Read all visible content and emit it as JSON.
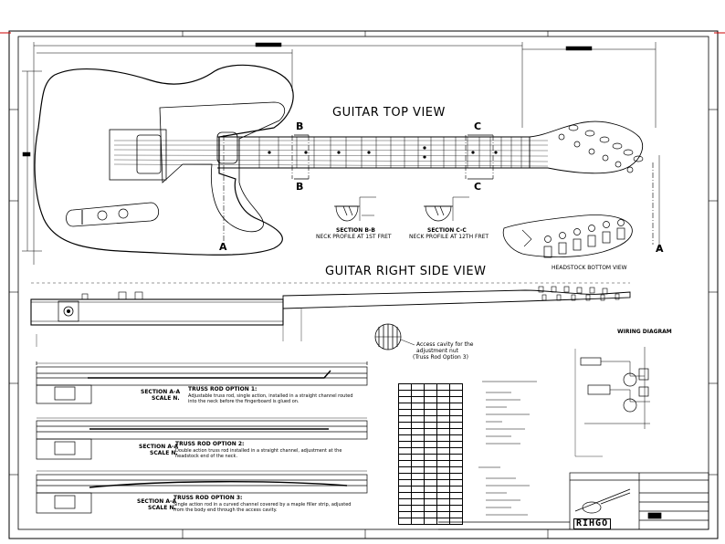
{
  "titles": {
    "top_view": "GUITAR TOP VIEW",
    "side_view": "GUITAR RIGHT SIDE VIEW",
    "wiring": "WIRING DIAGRAM"
  },
  "section_markers": {
    "a": "A",
    "b": "B",
    "c": "C"
  },
  "neck_profiles": {
    "bb_title": "SECTION B-B",
    "bb_sub": "NECK PROFILE AT 1ST FRET",
    "cc_title": "SECTION C-C",
    "cc_sub": "NECK PROFILE AT 12TH FRET"
  },
  "headstock": {
    "label": "HEADSTOCK BOTTOM VIEW"
  },
  "access": {
    "line1": "Access cavity for the",
    "line2": "adjustment nut",
    "line3": "(Truss Rod Option 3)"
  },
  "truss_rods": [
    {
      "section": "SECTION A-A",
      "scale": "SCALE N.",
      "title": "TRUSS ROD OPTION 1:",
      "text": "Adjustable truss rod, single action, installed in a straight channel routed into the neck before the fingerboard is glued on."
    },
    {
      "section": "SECTION A-A",
      "scale": "SCALE N.",
      "title": "TRUSS ROD OPTION 2:",
      "text": "Double action truss rod installed in a straight channel, adjustment at the headstock end of the neck."
    },
    {
      "section": "SECTION A-A",
      "scale": "SCALE N.",
      "title": "TRUSS ROD OPTION 3:",
      "text": "Single action rod in a curved channel covered by a maple filler strip, adjusted from the body end through the access cavity."
    }
  ],
  "title_block": {
    "logo": "RIHGO"
  },
  "colors": {
    "line": "#000000",
    "border_marker": "#cc0000",
    "background": "#ffffff"
  }
}
